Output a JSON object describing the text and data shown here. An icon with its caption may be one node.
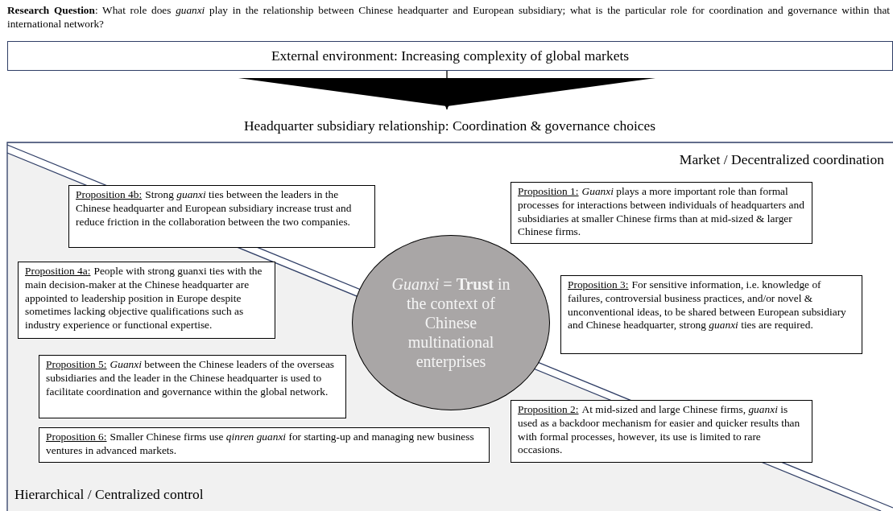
{
  "diagram": {
    "title": "**Research Question**: What role does *guanxi* play in the relationship between Chinese headquarter and European subsidiary; what is the particular role for coordination and governance within that international network?",
    "nodes": [
      {
        "text": [
          "External environment: Increasing complexity of global markets"
        ]
      },
      {
        "text": [
          "Headquarter subsidiary relationship: Coordination & governance choices"
        ]
      },
      {
        "text": [
          "Proposition 4b:",
          "Strong *guanxi* ties between the leaders in the Chinese headquarter and European subsidiary increase trust and reduce friction in the collaboration between the two companies."
        ],
        "in": 1
      },
      {
        "text": [
          "Proposition 1:",
          "*Guanxi* plays a more important role than formal processes for interactions between individuals of headquarters and subsidiaries at smaller Chinese firms than at mid-sized & larger Chinese firms."
        ],
        "in": 1
      },
      {
        "text": [
          "Proposition 4a:",
          "People with strong guanxi ties with the main decision-maker at the Chinese headquarter are appointed to leadership position in Europe despite sometimes lacking objective qualifications such as industry experience or functional expertise."
        ],
        "in": 1
      },
      {
        "text": [
          "*Guanxi* = **Trust** in the context of Chinese multinational enterprises"
        ],
        "in": 1
      },
      {
        "text": [
          "Proposition 3:",
          "For sensitive information, i.e. knowledge of failures, controversial business practices, and/or novel & unconventional ideas, to be shared between European subsidiary and Chinese headquarter, strong *guanxi* ties are required."
        ],
        "in": 1
      },
      {
        "text": [
          "Proposition 5:",
          "*Guanxi* between the Chinese leaders of the overseas subsidiaries and the leader in the Chinese headquarter is used to facilitate coordination and governance within the global network."
        ],
        "in": 1
      },
      {
        "text": [
          "Proposition 2:",
          "At mid-sized and large Chinese firms, *guanxi* is used as a backdoor mechanism for easier and quicker results than with formal processes, however, its use is limited to rare occasions."
        ],
        "in": 1
      },
      {
        "text": [
          "Proposition 6:",
          "Smaller Chinese firms use *qinren guanxi* for starting-up and managing new business ventures in advanced markets."
        ],
        "in": 1
      }
    ],
    "edges": [
      {
        "from": 0,
        "to": 1,
        "arrow": "to"
      }
    ],
    "labels": [
      "Market / Decentralized coordination",
      "Hierarchical / Centralized control"
    ]
  }
}
